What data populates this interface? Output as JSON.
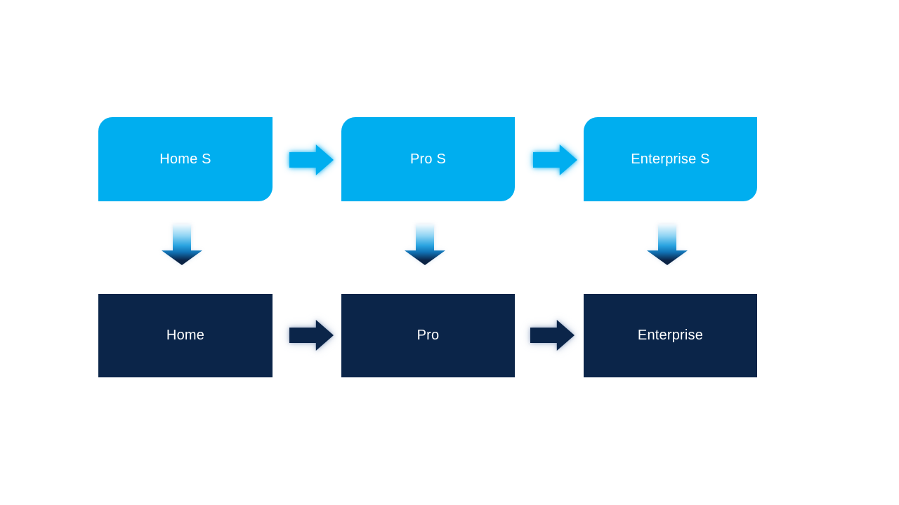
{
  "slide": {
    "nodes": {
      "top": [
        {
          "label": "Home S"
        },
        {
          "label": "Pro S"
        },
        {
          "label": "Enterprise S"
        }
      ],
      "bottom": [
        {
          "label": "Home"
        },
        {
          "label": "Pro"
        },
        {
          "label": "Enterprise"
        }
      ]
    },
    "icons": {
      "horizontal_connector": "right-block-arrow",
      "vertical_connector": "down-block-arrow"
    },
    "colors": {
      "slide_background": "#FFFFFF",
      "top_box_fill": "#00AEEF",
      "bottom_box_fill": "#0B2549",
      "label_text": "#FFFFFF",
      "light_arrow_fill": "#00AEEF",
      "dark_arrow_fill": "#0B2549",
      "down_arrow_gradient_top": "#F2FAFE",
      "down_arrow_gradient_bottom": "#09203E"
    }
  }
}
